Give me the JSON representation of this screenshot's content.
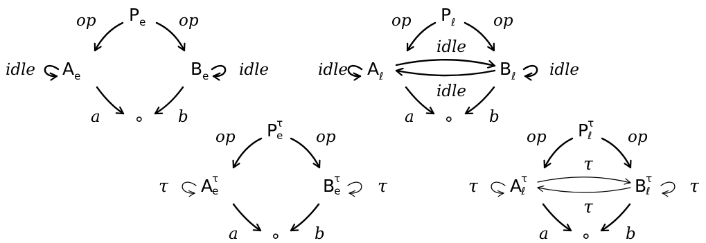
{
  "diagrams": [
    {
      "id": "Pe",
      "nodes": {
        "P": {
          "base": "P",
          "sub": "e",
          "sup": ""
        },
        "A": {
          "base": "A",
          "sub": "e",
          "sup": ""
        },
        "B": {
          "base": "B",
          "sub": "e",
          "sup": ""
        },
        "O": {
          "base": "∘"
        }
      },
      "labels": {
        "op_left": "op",
        "op_right": "op",
        "loop_left": "idle",
        "loop_right": "idle",
        "a": "a",
        "b": "b",
        "cross_top": "",
        "cross_bottom": ""
      }
    },
    {
      "id": "Pl",
      "nodes": {
        "P": {
          "base": "P",
          "sub": "ℓ",
          "sup": ""
        },
        "A": {
          "base": "A",
          "sub": "ℓ",
          "sup": ""
        },
        "B": {
          "base": "B",
          "sub": "ℓ",
          "sup": ""
        },
        "O": {
          "base": "∘"
        }
      },
      "labels": {
        "op_left": "op",
        "op_right": "op",
        "loop_left": "idle",
        "loop_right": "idle",
        "a": "a",
        "b": "b",
        "cross_top": "idle",
        "cross_bottom": "idle"
      }
    },
    {
      "id": "Pe_tau",
      "nodes": {
        "P": {
          "base": "P",
          "sub": "e",
          "sup": "τ"
        },
        "A": {
          "base": "A",
          "sub": "e",
          "sup": "τ"
        },
        "B": {
          "base": "B",
          "sub": "e",
          "sup": "τ"
        },
        "O": {
          "base": "∘"
        }
      },
      "labels": {
        "op_left": "op",
        "op_right": "op",
        "loop_left": "τ",
        "loop_right": "τ",
        "a": "a",
        "b": "b",
        "cross_top": "",
        "cross_bottom": ""
      }
    },
    {
      "id": "Pl_tau",
      "nodes": {
        "P": {
          "base": "P",
          "sub": "ℓ",
          "sup": "τ"
        },
        "A": {
          "base": "A",
          "sub": "ℓ",
          "sup": "τ"
        },
        "B": {
          "base": "B",
          "sub": "ℓ",
          "sup": "τ"
        },
        "O": {
          "base": "∘"
        }
      },
      "labels": {
        "op_left": "op",
        "op_right": "op",
        "loop_left": "τ",
        "loop_right": "τ",
        "a": "a",
        "b": "b",
        "cross_top": "τ",
        "cross_bottom": "τ"
      }
    }
  ]
}
